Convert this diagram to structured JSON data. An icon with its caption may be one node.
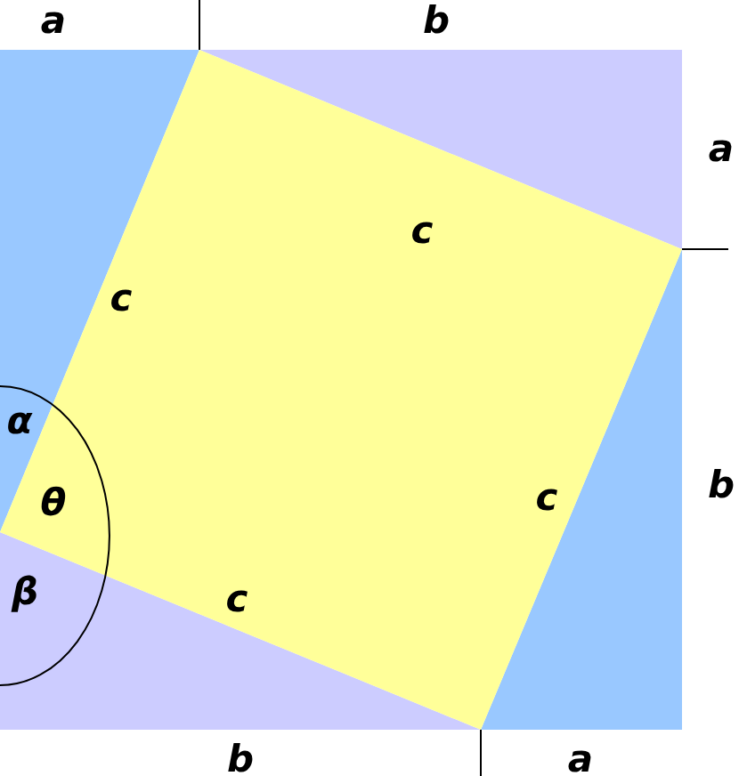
{
  "diagram": {
    "labels": [
      "a",
      "b",
      "a",
      "c",
      "c",
      "α",
      "θ",
      "c",
      "b",
      "β",
      "c",
      "b",
      "a"
    ]
  }
}
